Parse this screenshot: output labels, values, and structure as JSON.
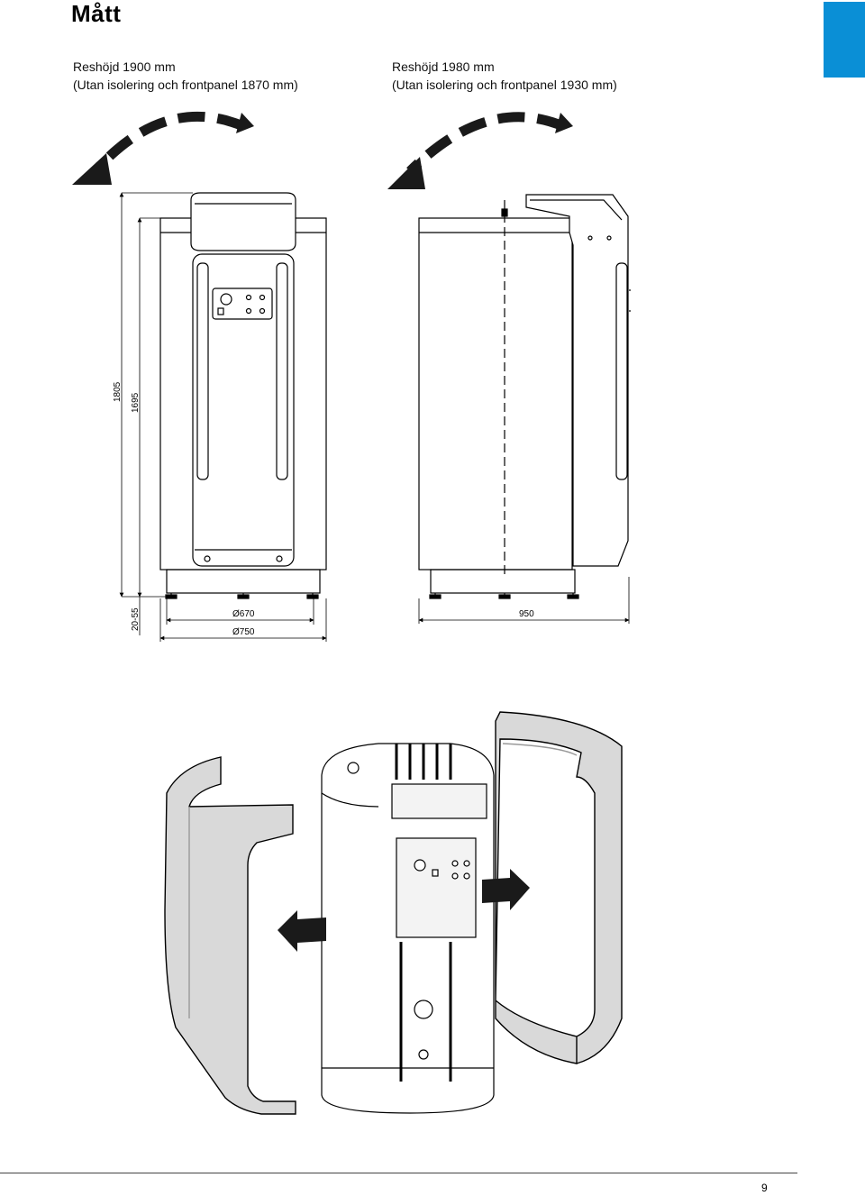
{
  "page": {
    "title": "Mått",
    "page_number": "9",
    "accent_color": "#0a8fd6"
  },
  "left_caption": {
    "line1": "Reshöjd 1900 mm",
    "line2": "(Utan isolering och frontpanel 1870 mm)"
  },
  "right_caption": {
    "line1": "Reshöjd 1980 mm",
    "line2": "(Utan isolering och frontpanel 1930 mm)"
  },
  "dimensions": {
    "total_height": "1805",
    "body_height": "1695",
    "feet_height": "20-55",
    "inner_diameter": "Ø670",
    "outer_diameter": "Ø750",
    "depth": "950"
  },
  "icons": [
    "tilt-arrow-icon",
    "tilt-arrow-icon",
    "remove-arrow-icon",
    "remove-arrow-icon"
  ],
  "colors": {
    "insulation_fill": "#d9d9d9",
    "arrow_fill": "#1a1a1a"
  }
}
